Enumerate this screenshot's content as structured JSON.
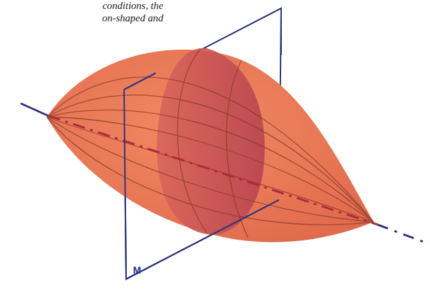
{
  "diagram": {
    "labels": [
      "conditions, the",
      "on-shaped and",
      "M"
    ]
  }
}
